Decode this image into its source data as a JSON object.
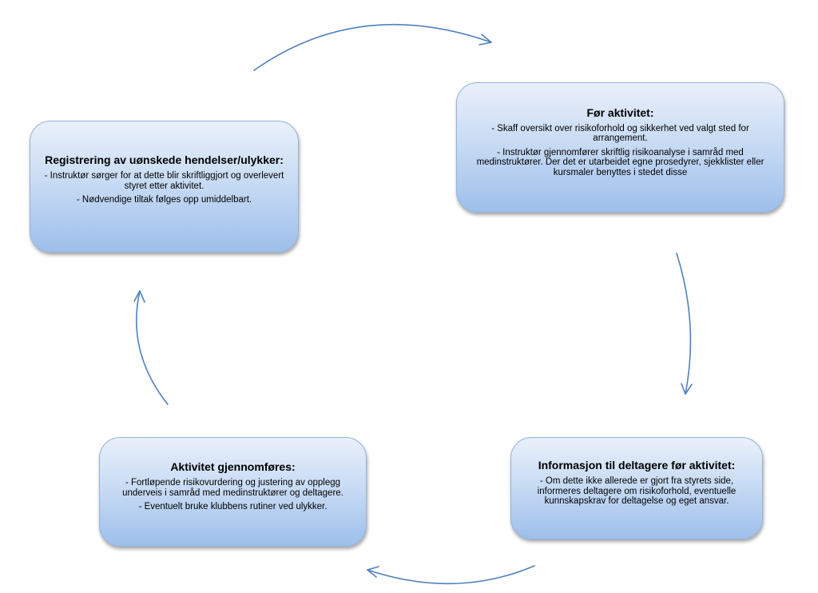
{
  "colors": {
    "arrow": "#4f81bd",
    "node_border": "#95b3d7",
    "node_gradient_top": "#e9f0fa",
    "node_gradient_bottom": "#9ebfeb",
    "text": "#000000"
  },
  "nodes": {
    "registrering": {
      "title": "Registrering  av uønskede hendelser/ulykker:",
      "lines": [
        "- Instruktør sørger for at dette blir skriftliggjort  og overlevert styret etter aktivitet.",
        "- Nødvendige tiltak følges opp umiddelbart."
      ]
    },
    "for_aktivitet": {
      "title": "Før aktivitet:",
      "lines": [
        "- Skaff oversikt over risikoforhold og sikkerhet ved valgt sted for arrangement.",
        "- Instruktør gjennomfører skriftlig risikoanalyse i samråd med medinstruktører. Der det er utarbeidet egne prosedyrer, sjekklister eller kursmaler benyttes i stedet disse"
      ]
    },
    "informasjon": {
      "title": "Informasjon til deltagere før aktivitet:",
      "lines": [
        "- Om dette ikke allerede er gjort fra styrets side, informeres deltagere om risikoforhold, eventuelle kunnskapskrav  for deltagelse og eget ansvar."
      ]
    },
    "gjennomfores": {
      "title": "Aktivitet gjennomføres:",
      "lines": [
        "- Fortløpende risikovurdering og justering av opplegg underveis i samråd med medinstruktører og deltagere.",
        "- Eventuelt bruke klubbens rutiner ved ulykker."
      ]
    }
  }
}
